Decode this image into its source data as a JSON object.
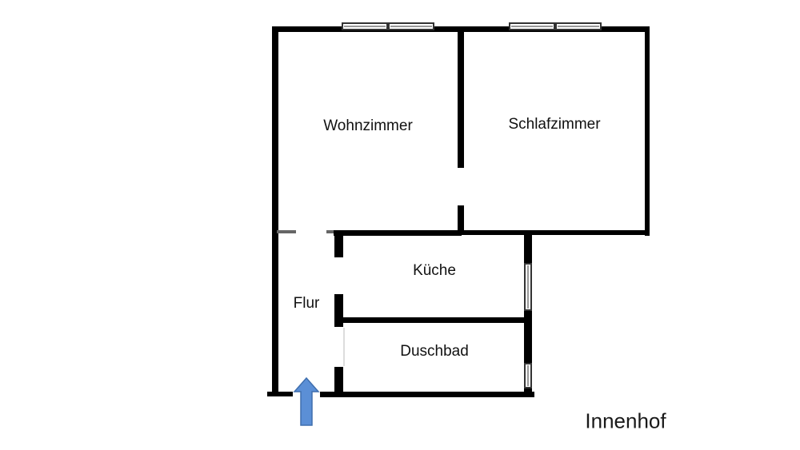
{
  "rooms": {
    "wohnzimmer": "Wohnzimmer",
    "schlafzimmer": "Schlafzimmer",
    "kueche": "Küche",
    "flur": "Flur",
    "duschbad": "Duschbad"
  },
  "outside_label": "Innenhof",
  "colors": {
    "wall": "#000000",
    "thin_wall": "#777777",
    "window": "#444444",
    "entrance_arrow": "#5b8fd6",
    "entrance_arrow_stroke": "#3f6fae"
  },
  "icons": {
    "entrance": "arrow-up-icon"
  }
}
